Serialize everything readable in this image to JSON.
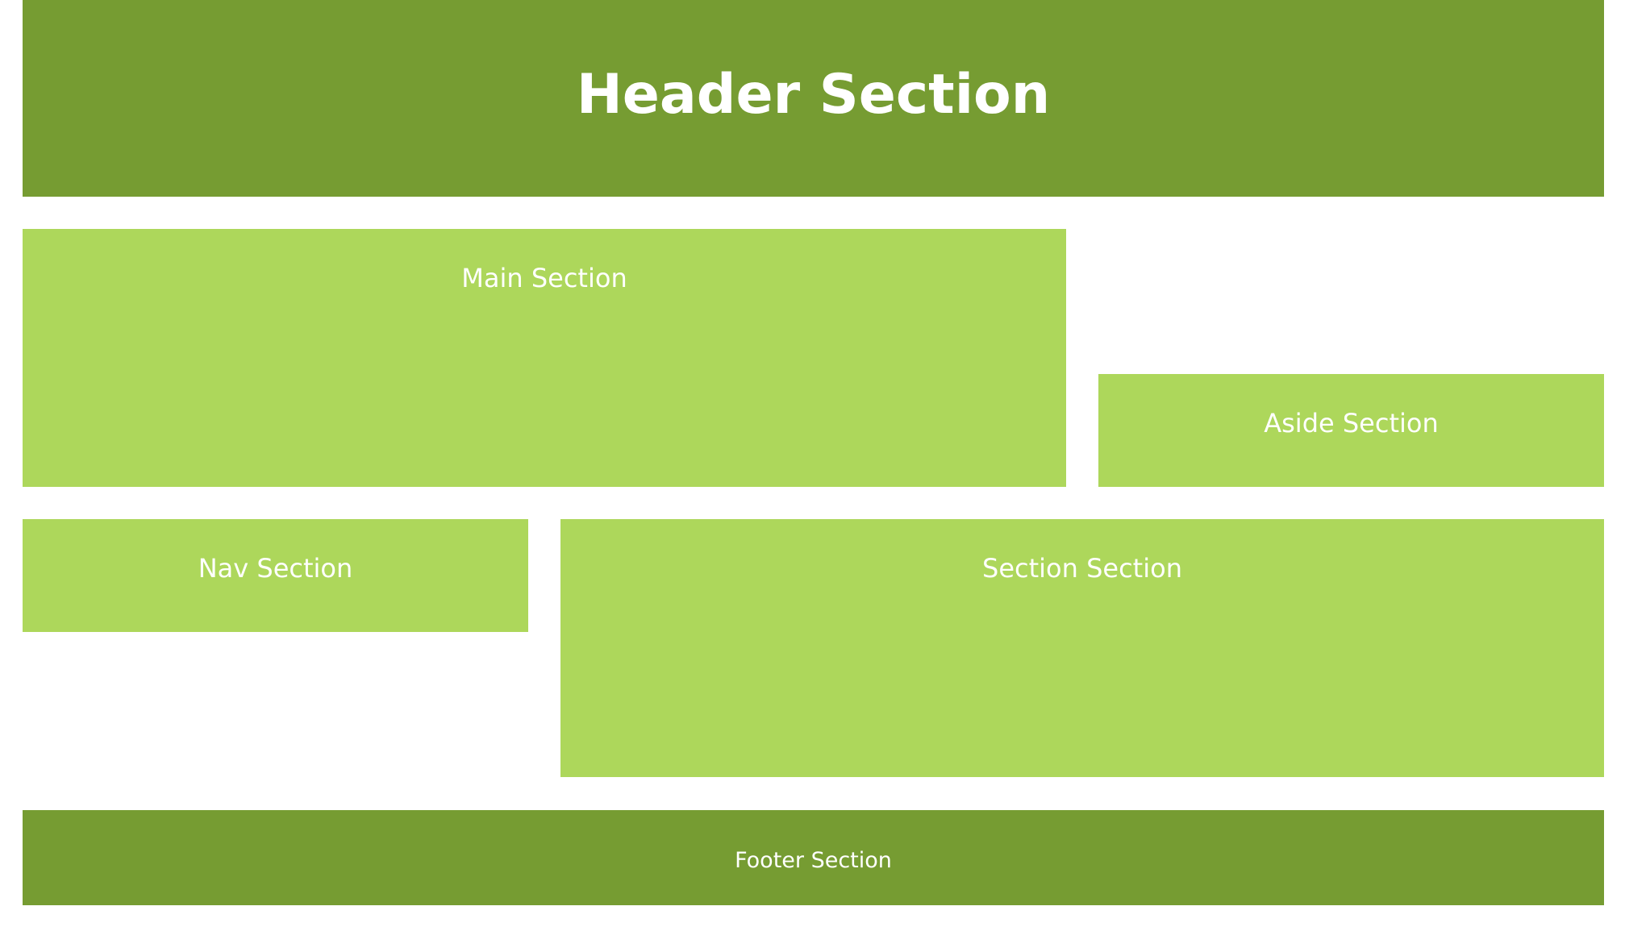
{
  "header": {
    "title": "Header Section"
  },
  "main": {
    "label": "Main Section"
  },
  "aside": {
    "label": "Aside Section"
  },
  "nav": {
    "label": "Nav Section"
  },
  "section": {
    "label": "Section Section"
  },
  "footer": {
    "label": "Footer Section"
  },
  "colors": {
    "dark_green": "#769c32",
    "light_green": "#add75b",
    "text": "#ffffff",
    "background": "#ffffff"
  }
}
